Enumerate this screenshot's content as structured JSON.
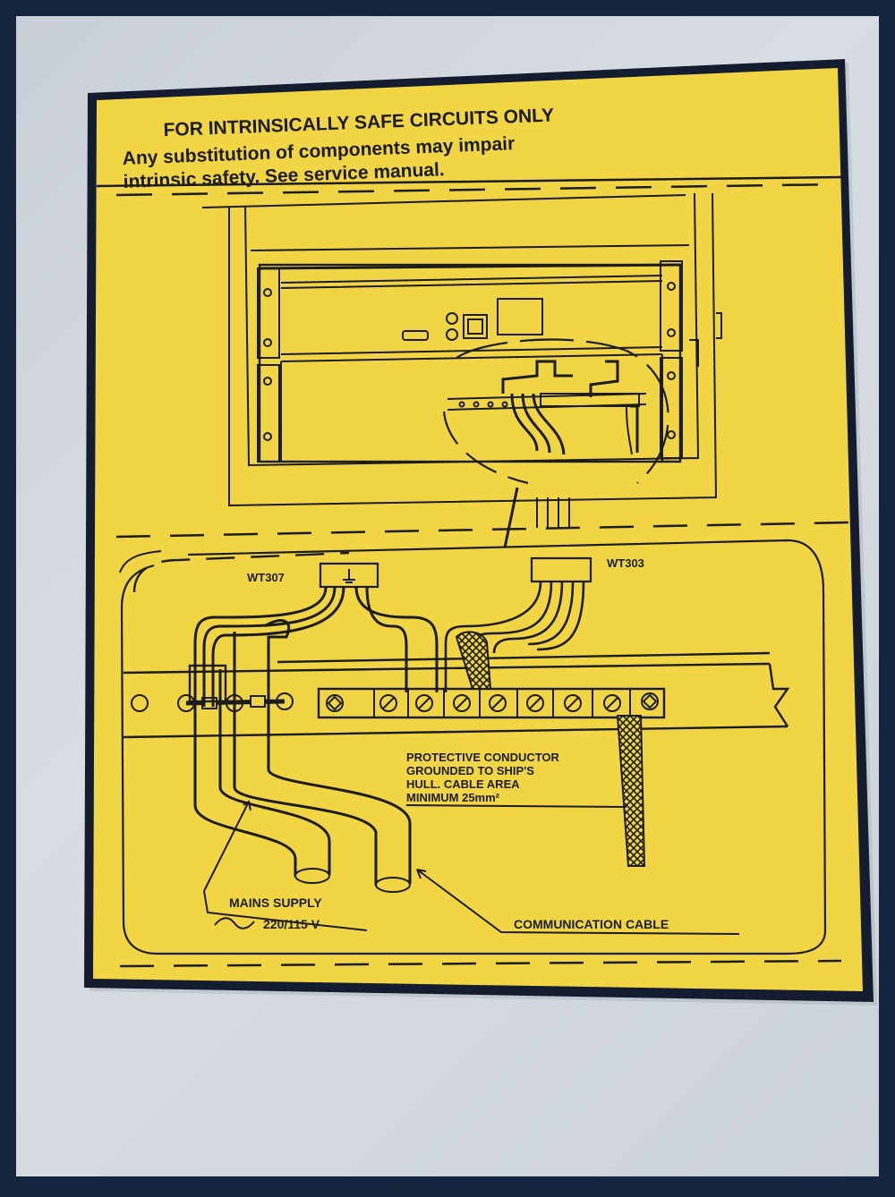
{
  "header": {
    "title": "FOR INTRINSICALLY SAFE CIRCUITS ONLY",
    "line1": "Any substitution of components may impair",
    "line2": "intrinsic safety. See service manual."
  },
  "diagram": {
    "label_wt307": "WT307",
    "label_wt303": "WT303",
    "protective_line1": "PROTECTIVE CONDUCTOR",
    "protective_line2": "GROUNDED TO SHIP'S",
    "protective_line3": "HULL. CABLE AREA",
    "protective_line4": "MINIMUM 25mm²",
    "mains_title": "MAINS SUPPLY",
    "mains_voltage": "220/115 V",
    "communication": "COMMUNICATION CABLE"
  },
  "colors": {
    "label_yellow": "#f1d545",
    "ink": "#1c1c1c",
    "border": "#141c30"
  }
}
